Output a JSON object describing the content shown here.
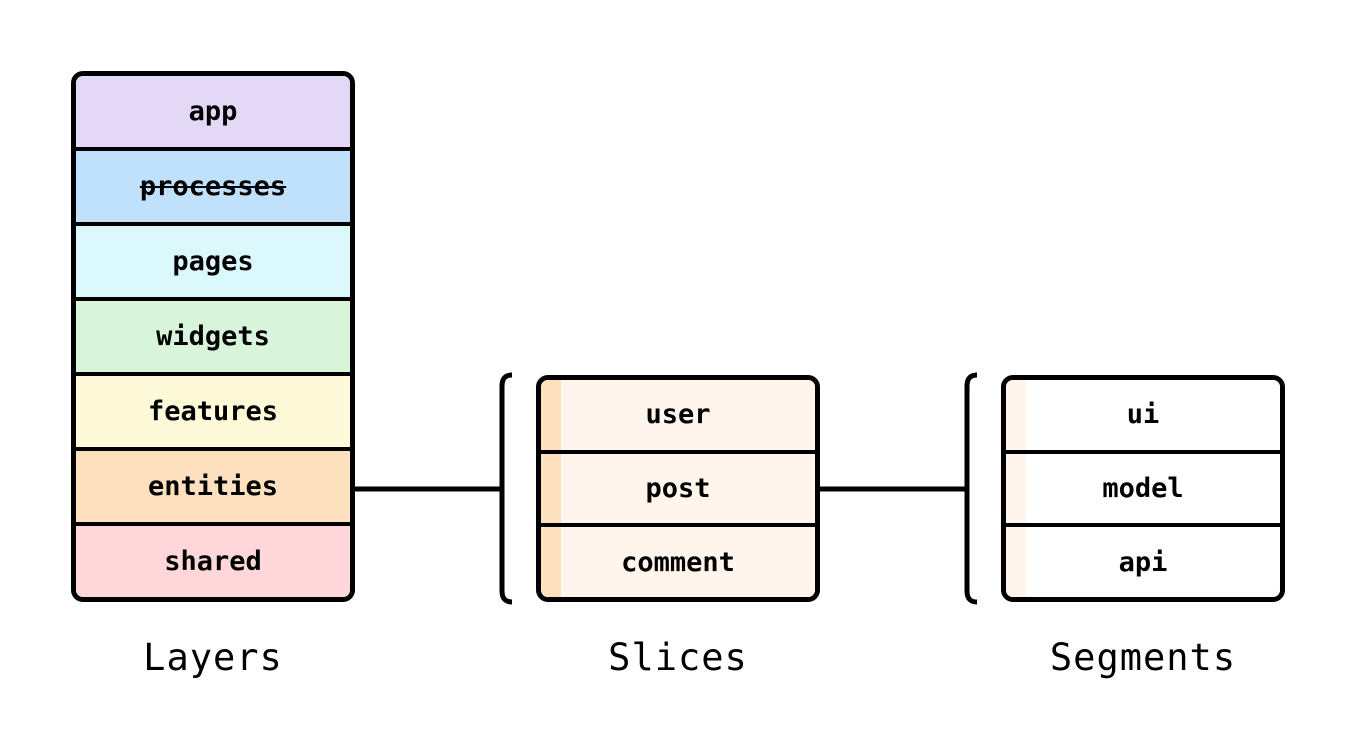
{
  "layers": {
    "caption": "Layers",
    "items": [
      {
        "label": "app",
        "color": "#e3d9f7",
        "struck": false
      },
      {
        "label": "processes",
        "color": "#bfe1fb",
        "struck": true
      },
      {
        "label": "pages",
        "color": "#dbf8fd",
        "struck": false
      },
      {
        "label": "widgets",
        "color": "#d8f5dc",
        "struck": false
      },
      {
        "label": "features",
        "color": "#fef9d8",
        "struck": false
      },
      {
        "label": "entities",
        "color": "#fde1bf",
        "struck": false
      },
      {
        "label": "shared",
        "color": "#ffd7da",
        "struck": false
      }
    ]
  },
  "slices": {
    "caption": "Slices",
    "fill": "#fff5ec",
    "accent": "#fde1bf",
    "items": [
      {
        "label": "user"
      },
      {
        "label": "post"
      },
      {
        "label": "comment"
      }
    ]
  },
  "segments": {
    "caption": "Segments",
    "fill": "#ffffff",
    "accent": "#fff5ec",
    "items": [
      {
        "label": "ui"
      },
      {
        "label": "model"
      },
      {
        "label": "api"
      }
    ]
  },
  "colors": {
    "stroke": "#000000",
    "background": "#ffffff"
  }
}
